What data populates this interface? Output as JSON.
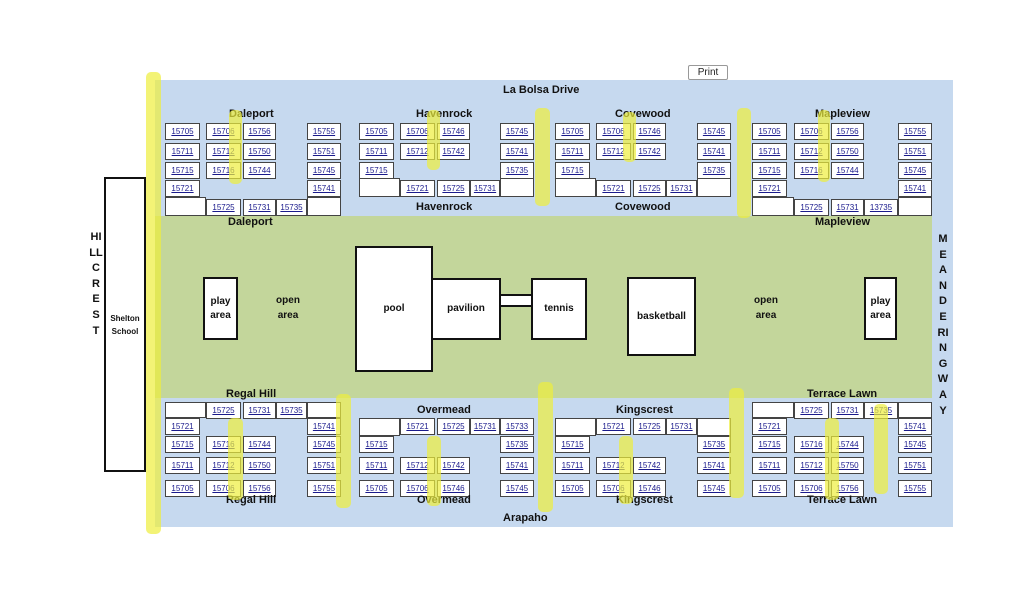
{
  "print_label": "Print",
  "streets": {
    "north": "La Bolsa Drive",
    "south": "Arapaho",
    "west": "HILLCREST",
    "east": "MEANDERING WAY"
  },
  "school": "Shelton\nSchool",
  "facilities": {
    "pool": "pool",
    "pavilion": "pavilion",
    "tennis": "tennis",
    "basketball": "basketball",
    "play_left": "play\narea",
    "play_right": "play\narea",
    "open_left": "open\narea",
    "open_right": "open\narea"
  },
  "blocks": [
    {
      "name": "Daleport",
      "lots": [
        "15705",
        "15706",
        "15756",
        "15755",
        "15711",
        "15712",
        "15750",
        "15751",
        "15715",
        "15716",
        "15744",
        "15745",
        "15721",
        "15741",
        "15725",
        "15731",
        "15735"
      ]
    },
    {
      "name": "Havenrock",
      "lots": [
        "15705",
        "15706",
        "15746",
        "15745",
        "15711",
        "15712",
        "15742",
        "15741",
        "15715",
        "15735",
        "15721",
        "15725",
        "15731"
      ]
    },
    {
      "name": "Covewood",
      "lots": [
        "15705",
        "15706",
        "15746",
        "15745",
        "15711",
        "15712",
        "15742",
        "15741",
        "15715",
        "15735",
        "15721",
        "15725",
        "15731"
      ]
    },
    {
      "name": "Mapleview",
      "lots": [
        "15705",
        "15706",
        "15756",
        "15755",
        "15711",
        "15712",
        "15750",
        "15751",
        "15715",
        "15716",
        "15744",
        "15745",
        "15721",
        "15741",
        "15725",
        "15731",
        "13735"
      ]
    },
    {
      "name": "Regal Hill",
      "lots": [
        "15725",
        "15731",
        "15735",
        "15721",
        "15741",
        "15715",
        "15716",
        "15744",
        "15745",
        "15711",
        "15712",
        "15750",
        "15751",
        "15705",
        "15706",
        "15756",
        "15755"
      ]
    },
    {
      "name": "Overmead",
      "lots": [
        "15721",
        "15725",
        "15731",
        "15733",
        "15715",
        "15735",
        "15711",
        "15712",
        "15742",
        "15741",
        "15705",
        "15706",
        "15746",
        "15745"
      ]
    },
    {
      "name": "Kingscrest",
      "lots": [
        "15721",
        "15725",
        "15731",
        "15715",
        "15735",
        "15711",
        "15712",
        "15742",
        "15741",
        "15705",
        "15706",
        "15746",
        "15745"
      ]
    },
    {
      "name": "Terrace Lawn",
      "lots": [
        "15725",
        "15731",
        "15735",
        "15721",
        "15741",
        "15715",
        "15716",
        "15744",
        "15745",
        "15711",
        "15712",
        "15750",
        "15751",
        "15705",
        "15706",
        "15756",
        "15755"
      ]
    }
  ],
  "colors": {
    "background_blue": "#c6d9ef",
    "park_green": "#c3d69b",
    "highlight_yellow": "#eeee3c"
  }
}
